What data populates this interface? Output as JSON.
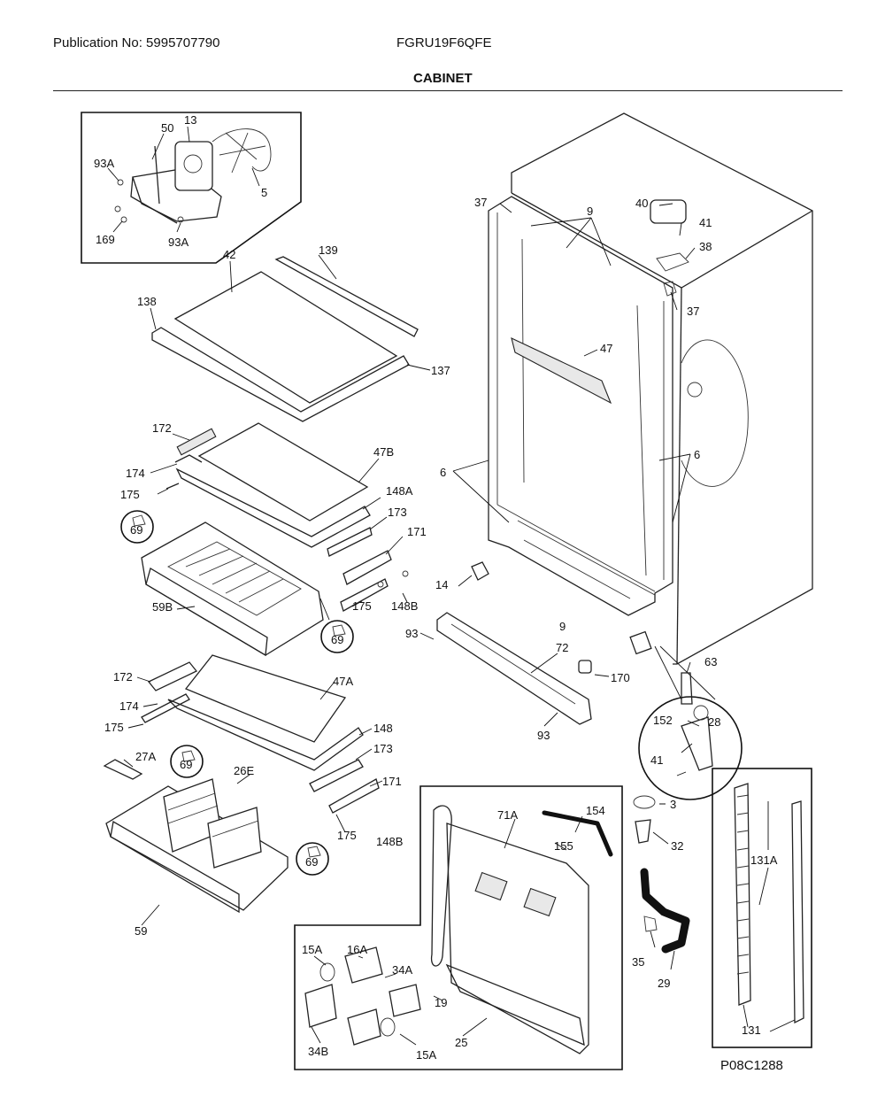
{
  "header": {
    "publication": "Publication No: 5995707790",
    "model": "FGRU19F6QFE",
    "title": "CABINET"
  },
  "footer": {
    "drawing_id": "P08C1288"
  },
  "callouts": {
    "c50": "50",
    "c13": "13",
    "c93A_a": "93A",
    "c5": "5",
    "c169": "169",
    "c93A_b": "93A",
    "c42": "42",
    "c139": "139",
    "c138": "138",
    "c137": "137",
    "c37_a": "37",
    "c9_a": "9",
    "c40": "40",
    "c41_a": "41",
    "c38": "38",
    "c37_b": "37",
    "c47": "47",
    "c6_a": "6",
    "c6_b": "6",
    "c172_a": "172",
    "c174_a": "174",
    "c47B": "47B",
    "c175_a": "175",
    "c148A": "148A",
    "c69_a": "69",
    "c173_a": "173",
    "c171_a": "171",
    "c14": "14",
    "c175_b": "175",
    "c148B_a": "148B",
    "c59B": "59B",
    "c69_b": "69",
    "c9_b": "9",
    "c93_a": "93",
    "c72": "72",
    "c170": "170",
    "c63": "63",
    "c93_b": "93",
    "c172_b": "172",
    "c47A": "47A",
    "c174_b": "174",
    "c175_c": "175",
    "c148": "148",
    "c152": "152",
    "c28": "28",
    "c27A": "27A",
    "c69_c": "69",
    "c26E": "26E",
    "c173_b": "173",
    "c41_b": "41",
    "c171_b": "171",
    "c3": "3",
    "c32": "32",
    "c175_d": "175",
    "c148B_b": "148B",
    "c69_d": "69",
    "c71A": "71A",
    "c154": "154",
    "c155": "155",
    "c131A": "131A",
    "c59": "59",
    "c15A_a": "15A",
    "c16A": "16A",
    "c34A": "34A",
    "c19": "19",
    "c35": "35",
    "c29": "29",
    "c34B": "34B",
    "c25": "25",
    "c15A_b": "15A",
    "c131": "131"
  }
}
